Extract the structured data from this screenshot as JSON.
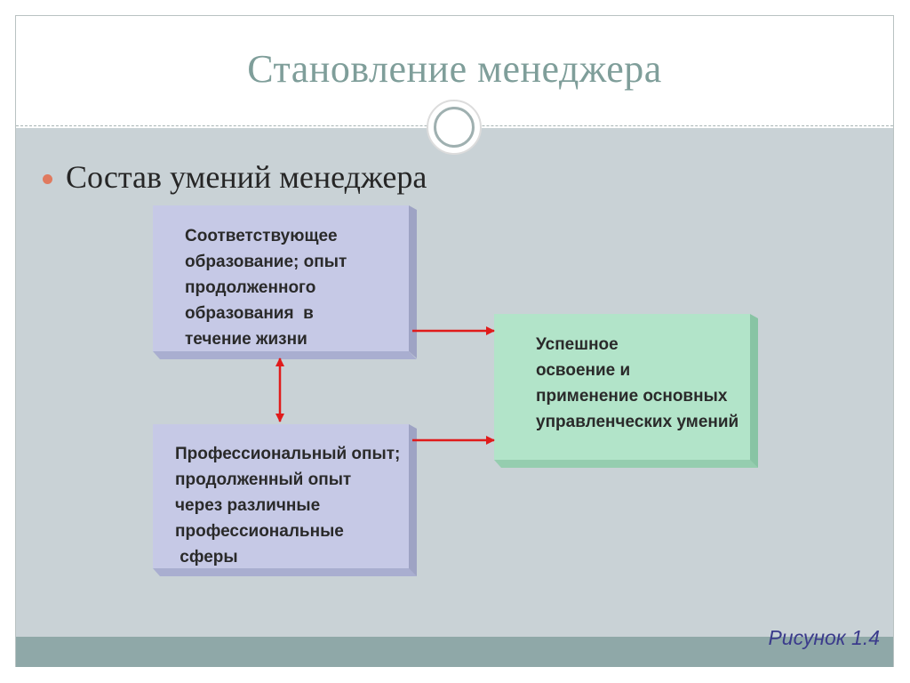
{
  "slide": {
    "title": "Становление менеджера",
    "bullet": "Состав умений менеджера",
    "caption": "Рисунок 1.4"
  },
  "boxes": {
    "education": {
      "text": "Соответствующее\nобразование; опыт\nпродолженного\nобразования  в\nтечение жизни",
      "fill": "#c6c9e6"
    },
    "experience": {
      "text": "Профессиональный опыт;\nпродолженный опыт\nчерез различные\nпрофессиональные\n сферы",
      "fill": "#c6c9e6"
    },
    "result": {
      "text": "Успешное\nосвоение и\nприменение основных\nуправленческих умений",
      "fill": "#b2e4c9"
    }
  },
  "colors": {
    "arrow": "#e01b1b",
    "title": "#7f9e9a",
    "bullet_dot": "#e07a5f",
    "caption": "#3b3b8c",
    "footer": "#8fa8a8",
    "background": "#c9d2d6"
  }
}
